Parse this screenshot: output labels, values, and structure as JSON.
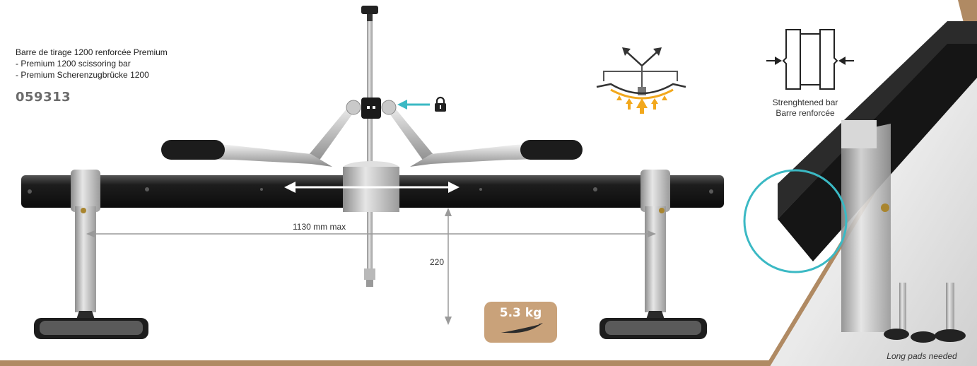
{
  "product": {
    "name_fr": "Barre de tirage 1200 renforcée Premium",
    "name_en": "- Premium 1200 scissoring bar",
    "name_de": "- Premium Scherenzugbrücke 1200",
    "reference": "059313"
  },
  "dimensions": {
    "width_label": "1130 mm max",
    "height_label": "220"
  },
  "detail": {
    "label_en": "Strenghtened bar",
    "label_fr": "Barre renforcée"
  },
  "weight": {
    "label": "5.3 kg"
  },
  "pads": {
    "caption": "Long pads needed"
  },
  "colors": {
    "accent_teal": "#3bb9c4",
    "accent_orange": "#f2a81d",
    "badge_tan": "#c9a27a",
    "frame_bronze": "#b08a63"
  },
  "icons": [
    "lock-icon",
    "feather-icon",
    "double-arrow-icon",
    "pull-diagram-icon"
  ]
}
